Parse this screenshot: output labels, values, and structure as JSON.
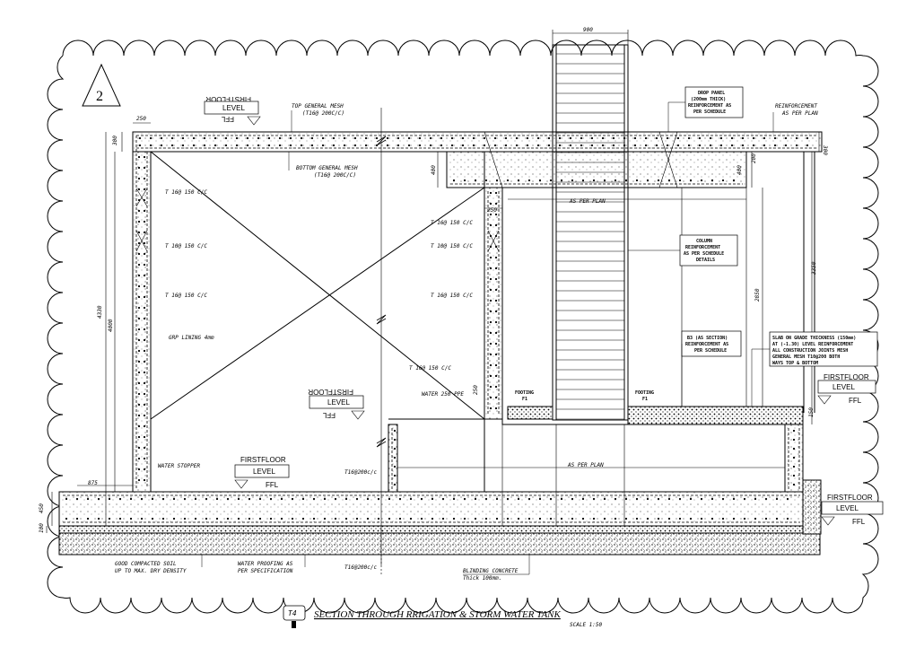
{
  "drawing": {
    "sheet_number": "2",
    "title": "SECTION THROUGH RRIGATION & STORM WATER TANK",
    "title_tag": "T4",
    "scale": "SCALE 1:50"
  },
  "dimensions": {
    "top_900": "900",
    "d250_top": "250",
    "d300_left": "300",
    "d300_right": "300",
    "d4330": "4330",
    "d4000": "4000",
    "d400_a": "400",
    "d400_b": "400",
    "d250_mid": "250",
    "d2850": "2850",
    "d3350": "3350",
    "d200_mid": "200",
    "d150": "150",
    "d450": "450",
    "d100": "100",
    "d875": "875",
    "d250_lower": "250"
  },
  "labels": {
    "top_mesh": "TOP GENERAL MESH",
    "top_mesh_spec": "(T16@ 200C/C)",
    "bottom_mesh": "BOTTOM GENERAL MESH",
    "bottom_mesh_spec": "(T16@ 200C/C)",
    "reinforcement": "REINFORCEMENT",
    "as_per_plan_small": "AS PER PLAN",
    "as_per_plan": "AS PER PLAN",
    "as_per_plan_lower": "AS PER PLAN",
    "t16_a": "T 16@ 150 C/C",
    "t10_a": "T 10@ 150 C/C",
    "t16_b": "T 16@ 150 C/C",
    "t16_c": "T 16@ 150 C/C",
    "t10_b": "T 10@ 150 C/C",
    "t16_d": "T 16@ 150 C/C",
    "t16_e": "T 16@ 150 C/C",
    "grp_lining": "GRP LINING 4mm",
    "water_pipe": "WATER 250 PPE",
    "water_stopper": "WATER STOPPER",
    "t16_mesh_1": "T16@200c/c",
    "t16_mesh_2": "T16@200c/c",
    "soil": "GOOD COMPACTED SOIL",
    "soil_2": "UP TO MAX. DRY DENSITY",
    "waterproofing": "WATER PROOFING AS",
    "waterproofing_2": "PER SPECIFICATION",
    "blinding": "BLINDING CONCRETE",
    "blinding_2": "Thick 100mm.",
    "drop_panel_1": "DROP PANEL",
    "drop_panel_2": "(200mm THICK)",
    "drop_panel_3": "REINFORCEMENT AS",
    "drop_panel_4": "PER SCHEDULE",
    "column_1": "COLUMN",
    "column_2": "REINFORCEMENT",
    "column_3": "AS PER SCHEDULE",
    "column_4": "DETAILS",
    "beam_1": "B3 (AS SECTION)",
    "beam_2": "REINFORCEMENT AS",
    "beam_3": "PER SCHEDULE",
    "slab_1": "SLAB ON GRADE THICKNESS (150mm)",
    "slab_2": "AT (-1.30) LEVEL REINFORCEMENT",
    "slab_3": "ALL CONSTRUCTION JOINTS MESH",
    "slab_4": "GENERAL MESH T10@200 BOTH",
    "slab_5": "WAYS TOP & BOTTOM",
    "footing_1": "FOOTING",
    "footing_1b": "F1",
    "footing_2": "FOOTING",
    "footing_2b": "F1"
  },
  "level_tags": [
    {
      "title": "FIRSTFLOOR",
      "value": "LEVEL",
      "sub": "FFL"
    },
    {
      "title": "FIRSTFLOOR",
      "value": "LEVEL",
      "sub": "FFL"
    },
    {
      "title": "FIRSTFLOOR",
      "value": "LEVEL",
      "sub": "FFL"
    },
    {
      "title": "FIRSTFLOOR",
      "value": "LEVEL",
      "sub": "FFL"
    },
    {
      "title": "FIRSTFLOOR",
      "value": "LEVEL",
      "sub": "FFL"
    }
  ]
}
